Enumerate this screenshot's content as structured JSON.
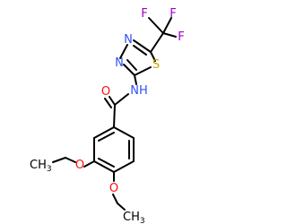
{
  "molecule": {
    "atoms": {
      "F1": {
        "label": "F",
        "color": "#a000c8"
      },
      "F2": {
        "label": "F",
        "color": "#a000c8"
      },
      "F3": {
        "label": "F",
        "color": "#a000c8"
      },
      "N_ring_top": {
        "label": "N",
        "color": "#3050f8"
      },
      "N_ring_bottom": {
        "label": "N",
        "color": "#3050f8"
      },
      "S_ring": {
        "label": "S",
        "color": "#c8a000"
      },
      "NH": {
        "label": "NH",
        "color": "#3050f8"
      },
      "O_carbonyl": {
        "label": "O",
        "color": "#ff0d0d"
      },
      "O_ether_1": {
        "label": "O",
        "color": "#ff0d0d"
      },
      "O_ether_2": {
        "label": "O",
        "color": "#ff0d0d"
      },
      "CH3_left": {
        "label": "CH",
        "sub": "3",
        "color": "#000000"
      },
      "CH3_bottom": {
        "label": "CH",
        "sub": "3",
        "color": "#000000"
      }
    },
    "bond_color": "#000000"
  }
}
